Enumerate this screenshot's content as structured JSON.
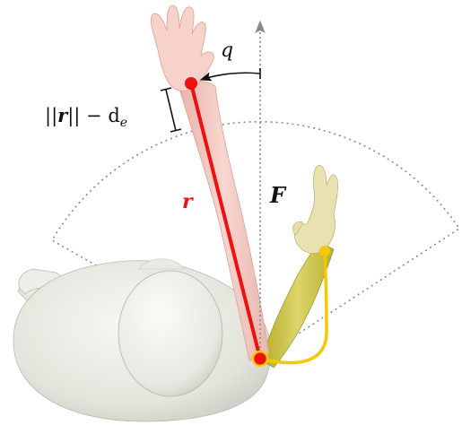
{
  "labels": {
    "q": "q",
    "F": "F",
    "r": "r",
    "norm_prefix": "||",
    "norm_r": "r",
    "norm_suffix": "|| − d",
    "norm_sub": "e"
  },
  "colors": {
    "r_vector": "#ee1111",
    "reach_arm": "#f5c800",
    "reach_arm_skin": "#c9c23a",
    "pink_arm": "#f3c8c0",
    "body": "#e6e7e0",
    "axis": "#8a8a8a",
    "arc": "#8a8a8a"
  }
}
